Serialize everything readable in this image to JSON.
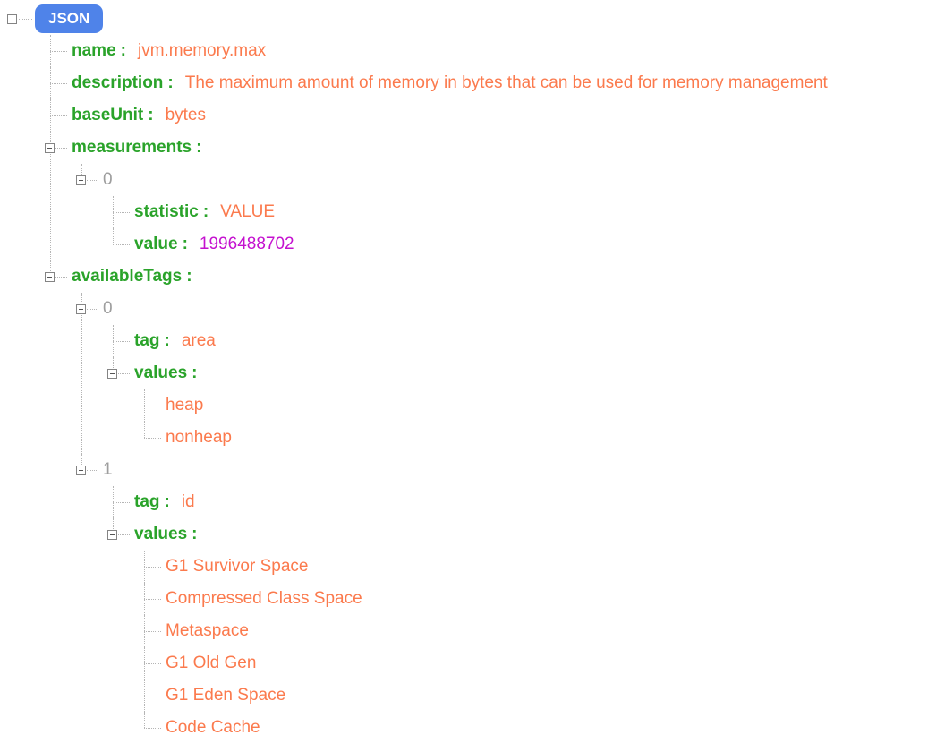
{
  "root": {
    "badge_label": "JSON"
  },
  "labels": {
    "colon": ":"
  },
  "colors": {
    "badge_bg": "#4f83e9",
    "badge_text": "#ffffff",
    "key": "#2aa32a",
    "string": "#fb7a4d",
    "number": "#c411cf",
    "index": "#9e9e9e",
    "line": "#b5b5b5",
    "toggle_border": "#848484"
  },
  "tree": [
    {
      "kind": "pair",
      "key": "name",
      "value": "jvm.memory.max",
      "value_type": "string"
    },
    {
      "kind": "pair",
      "key": "description",
      "value": "The maximum amount of memory in bytes that can be used for memory management",
      "value_type": "string"
    },
    {
      "kind": "pair",
      "key": "baseUnit",
      "value": "bytes",
      "value_type": "string"
    },
    {
      "kind": "branch",
      "key": "measurements",
      "children": [
        {
          "kind": "index",
          "label": "0",
          "children": [
            {
              "kind": "pair",
              "key": "statistic",
              "value": "VALUE",
              "value_type": "string"
            },
            {
              "kind": "pair",
              "key": "value",
              "value": "1996488702",
              "value_type": "number"
            }
          ]
        }
      ]
    },
    {
      "kind": "branch",
      "key": "availableTags",
      "children": [
        {
          "kind": "index",
          "label": "0",
          "children": [
            {
              "kind": "pair",
              "key": "tag",
              "value": "area",
              "value_type": "string"
            },
            {
              "kind": "branch",
              "key": "values",
              "children": [
                {
                  "kind": "leaf",
                  "value": "heap",
                  "value_type": "string"
                },
                {
                  "kind": "leaf",
                  "value": "nonheap",
                  "value_type": "string"
                }
              ]
            }
          ]
        },
        {
          "kind": "index",
          "label": "1",
          "children": [
            {
              "kind": "pair",
              "key": "tag",
              "value": "id",
              "value_type": "string"
            },
            {
              "kind": "branch",
              "key": "values",
              "children": [
                {
                  "kind": "leaf",
                  "value": "G1 Survivor Space",
                  "value_type": "string"
                },
                {
                  "kind": "leaf",
                  "value": "Compressed Class Space",
                  "value_type": "string"
                },
                {
                  "kind": "leaf",
                  "value": "Metaspace",
                  "value_type": "string"
                },
                {
                  "kind": "leaf",
                  "value": "G1 Old Gen",
                  "value_type": "string"
                },
                {
                  "kind": "leaf",
                  "value": "G1 Eden Space",
                  "value_type": "string"
                },
                {
                  "kind": "leaf",
                  "value": "Code Cache",
                  "value_type": "string"
                }
              ]
            }
          ]
        }
      ]
    }
  ]
}
